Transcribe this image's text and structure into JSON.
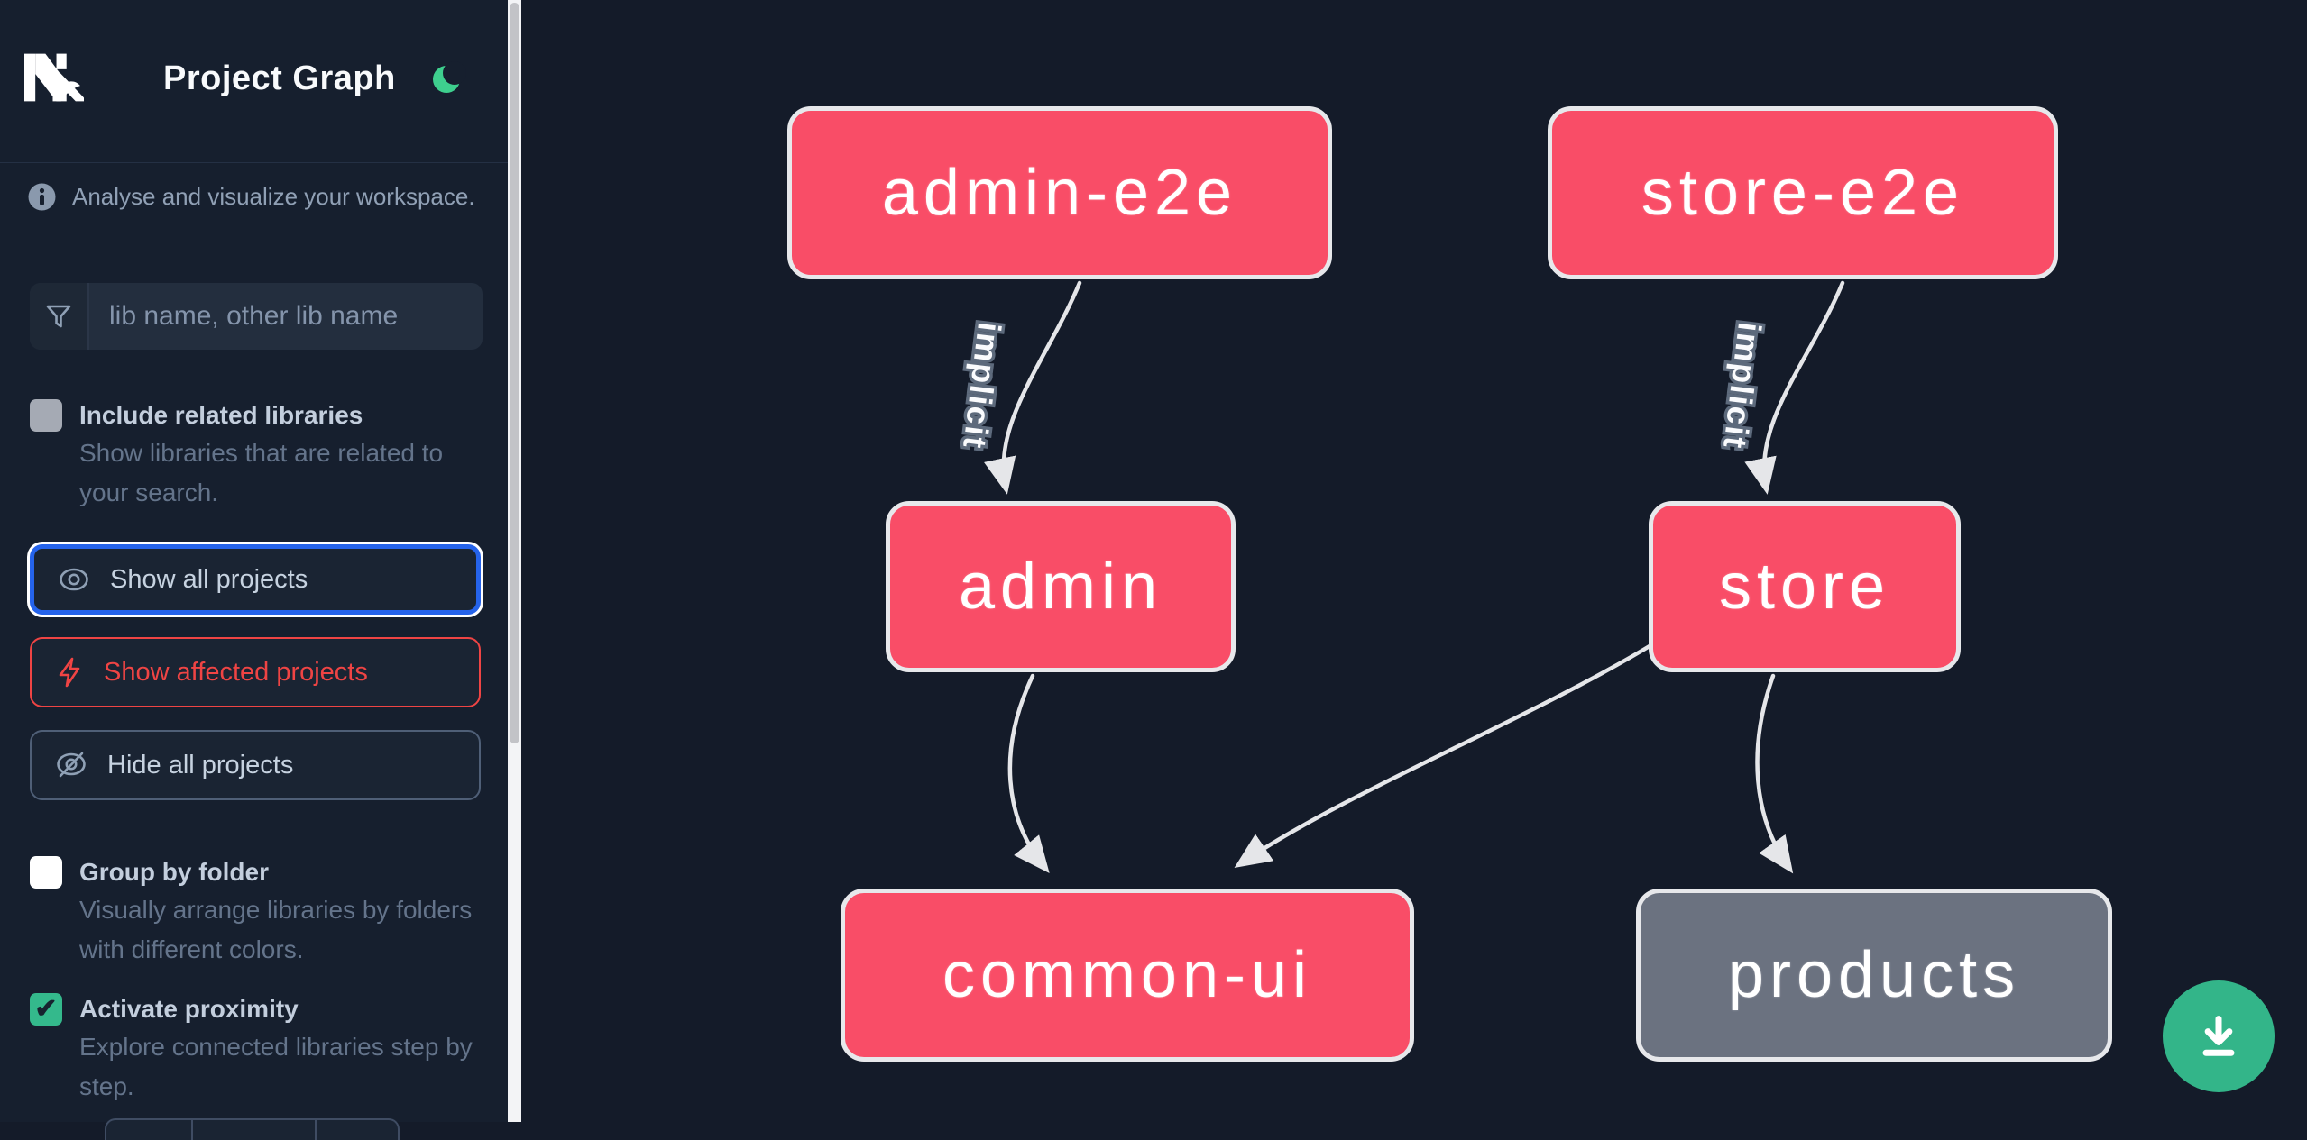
{
  "app": {
    "title": "Project Graph",
    "logo_icon": "nx-logo",
    "theme_toggle_icon": "moon-icon"
  },
  "sidebar": {
    "info": {
      "icon": "info-icon",
      "text": "Analyse and visualize your workspace."
    },
    "search": {
      "icon": "filter-icon",
      "placeholder": "lib name, other lib name",
      "value": ""
    },
    "toggles": [
      {
        "label": "Include related libraries",
        "description": "Show libraries that are related to your search.",
        "checked": false,
        "disabled": true
      },
      {
        "label": "Group by folder",
        "description": "Visually arrange libraries by folders with different colors.",
        "checked": false,
        "disabled": false
      },
      {
        "label": "Activate proximity",
        "description": "Explore connected libraries step by step.",
        "checked": true,
        "disabled": false
      }
    ],
    "actions": [
      {
        "label": "Show all projects",
        "icon": "eye-icon",
        "focused": true
      },
      {
        "label": "Show affected projects",
        "icon": "bolt-icon",
        "focused": false
      },
      {
        "label": "Hide all projects",
        "icon": "eye-off-icon",
        "focused": false
      }
    ]
  },
  "graph": {
    "nodes": [
      {
        "id": "admin-e2e",
        "label": "admin-e2e",
        "type": "app"
      },
      {
        "id": "store-e2e",
        "label": "store-e2e",
        "type": "app"
      },
      {
        "id": "admin",
        "label": "admin",
        "type": "app"
      },
      {
        "id": "store",
        "label": "store",
        "type": "app"
      },
      {
        "id": "common-ui",
        "label": "common-ui",
        "type": "lib"
      },
      {
        "id": "products",
        "label": "products",
        "type": "lib-unhighlighted"
      }
    ],
    "edges": [
      {
        "source": "admin-e2e",
        "target": "admin",
        "label": "implicit"
      },
      {
        "source": "store-e2e",
        "target": "store",
        "label": "implicit"
      },
      {
        "source": "admin",
        "target": "common-ui",
        "label": ""
      },
      {
        "source": "store",
        "target": "common-ui",
        "label": ""
      },
      {
        "source": "store",
        "target": "products",
        "label": ""
      }
    ]
  },
  "fab": {
    "icon": "download-icon"
  },
  "colors": {
    "sidebar_bg": "#161f2e",
    "main_bg": "#141b29",
    "node_primary": "#f94d67",
    "node_secondary": "#6b7280",
    "node_border": "#e7e8eb",
    "edge": "#e5e6e9",
    "fab": "#33b589",
    "accent_blue": "#2563eb",
    "accent_red": "#ef4444",
    "checkbox_green": "#34b98c",
    "moon": "#3ecf8e"
  }
}
